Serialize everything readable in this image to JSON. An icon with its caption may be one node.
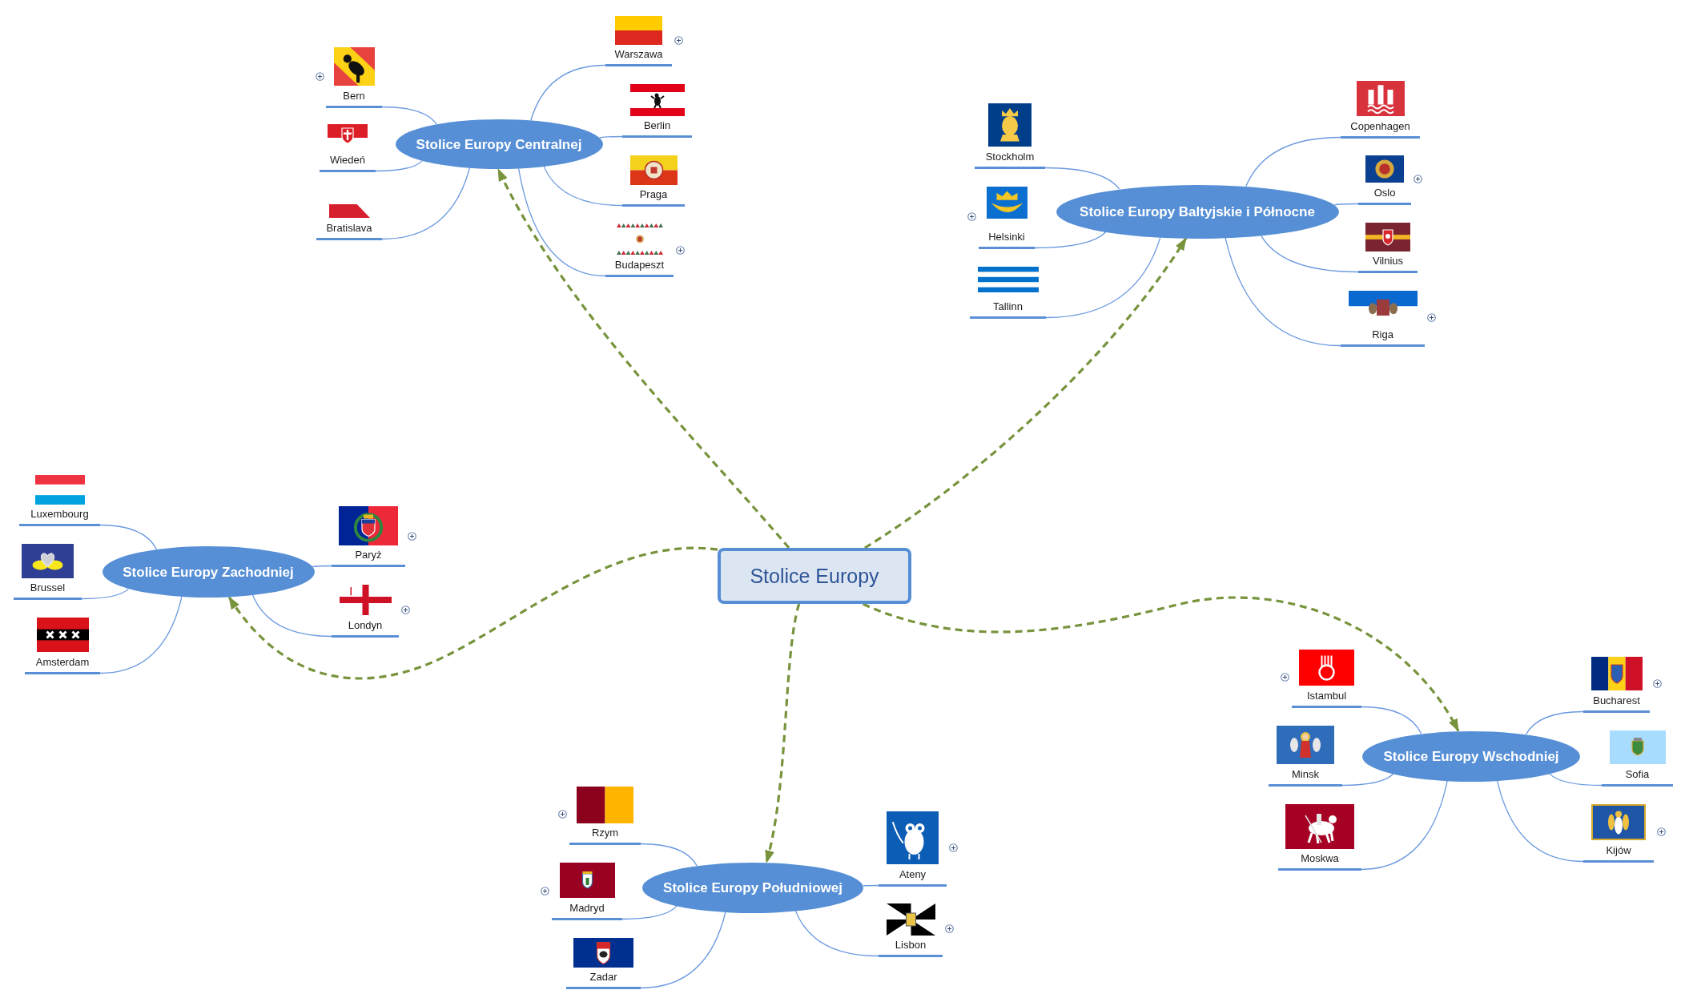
{
  "diagram": {
    "nodes": [
      {
        "text": [
          "Stolice Europy"
        ]
      },
      {
        "text": [
          "Stolice Europy Centralnej"
        ]
      },
      {
        "text": [
          "Bern"
        ]
      },
      {
        "text": [
          "Wiedeń"
        ]
      },
      {
        "text": [
          "Bratislava"
        ]
      },
      {
        "text": [
          "Warszawa"
        ]
      },
      {
        "text": [
          "Berlin"
        ]
      },
      {
        "text": [
          "Praga"
        ]
      },
      {
        "text": [
          "Budapeszt"
        ]
      },
      {
        "text": [
          "Stolice Europy Baltyjskie i Północne"
        ]
      },
      {
        "text": [
          "Stockholm"
        ]
      },
      {
        "text": [
          "Helsinki"
        ]
      },
      {
        "text": [
          "Tallinn"
        ]
      },
      {
        "text": [
          "Copenhagen"
        ]
      },
      {
        "text": [
          "Oslo"
        ]
      },
      {
        "text": [
          "Vilnius"
        ]
      },
      {
        "text": [
          "Riga"
        ]
      },
      {
        "text": [
          "Stolice Europy Zachodniej"
        ]
      },
      {
        "text": [
          "Luxembourg"
        ]
      },
      {
        "text": [
          "Brussel"
        ]
      },
      {
        "text": [
          "Amsterdam"
        ]
      },
      {
        "text": [
          "Paryż"
        ]
      },
      {
        "text": [
          "Londyn"
        ]
      },
      {
        "text": [
          "Stolice Europy Południowej"
        ]
      },
      {
        "text": [
          "Rzym"
        ]
      },
      {
        "text": [
          "Madryd"
        ]
      },
      {
        "text": [
          "Zadar"
        ]
      },
      {
        "text": [
          "Ateny"
        ]
      },
      {
        "text": [
          "Lisbon"
        ]
      },
      {
        "text": [
          "Stolice Europy Wschodniej"
        ]
      },
      {
        "text": [
          "Istambul"
        ]
      },
      {
        "text": [
          "Minsk"
        ]
      },
      {
        "text": [
          "Moskwa"
        ]
      },
      {
        "text": [
          "Bucharest"
        ]
      },
      {
        "text": [
          "Sofia"
        ]
      },
      {
        "text": [
          "Kijów"
        ]
      }
    ],
    "edges": [
      {
        "from": 0,
        "to": 1,
        "arrow": "to",
        "style": "dashed",
        "color": "#77933c"
      },
      {
        "from": 0,
        "to": 9,
        "arrow": "to",
        "style": "dashed",
        "color": "#77933c"
      },
      {
        "from": 0,
        "to": 17,
        "arrow": "to",
        "style": "dashed",
        "color": "#77933c"
      },
      {
        "from": 0,
        "to": 23,
        "arrow": "to",
        "style": "dashed",
        "color": "#77933c"
      },
      {
        "from": 0,
        "to": 29,
        "arrow": "to",
        "style": "dashed",
        "color": "#77933c"
      },
      {
        "from": 1,
        "to": 2,
        "arrow": "none"
      },
      {
        "from": 1,
        "to": 3,
        "arrow": "none"
      },
      {
        "from": 1,
        "to": 4,
        "arrow": "none"
      },
      {
        "from": 1,
        "to": 5,
        "arrow": "none"
      },
      {
        "from": 1,
        "to": 6,
        "arrow": "none"
      },
      {
        "from": 1,
        "to": 7,
        "arrow": "none"
      },
      {
        "from": 1,
        "to": 8,
        "arrow": "none"
      },
      {
        "from": 9,
        "to": 10,
        "arrow": "none"
      },
      {
        "from": 9,
        "to": 11,
        "arrow": "none"
      },
      {
        "from": 9,
        "to": 12,
        "arrow": "none"
      },
      {
        "from": 9,
        "to": 13,
        "arrow": "none"
      },
      {
        "from": 9,
        "to": 14,
        "arrow": "none"
      },
      {
        "from": 9,
        "to": 15,
        "arrow": "none"
      },
      {
        "from": 9,
        "to": 16,
        "arrow": "none"
      },
      {
        "from": 17,
        "to": 18,
        "arrow": "none"
      },
      {
        "from": 17,
        "to": 19,
        "arrow": "none"
      },
      {
        "from": 17,
        "to": 20,
        "arrow": "none"
      },
      {
        "from": 17,
        "to": 21,
        "arrow": "none"
      },
      {
        "from": 17,
        "to": 22,
        "arrow": "none"
      },
      {
        "from": 23,
        "to": 24,
        "arrow": "none"
      },
      {
        "from": 23,
        "to": 25,
        "arrow": "none"
      },
      {
        "from": 23,
        "to": 26,
        "arrow": "none"
      },
      {
        "from": 23,
        "to": 27,
        "arrow": "none"
      },
      {
        "from": 23,
        "to": 28,
        "arrow": "none"
      },
      {
        "from": 29,
        "to": 30,
        "arrow": "none"
      },
      {
        "from": 29,
        "to": 31,
        "arrow": "none"
      },
      {
        "from": 29,
        "to": 32,
        "arrow": "none"
      },
      {
        "from": 29,
        "to": 33,
        "arrow": "none"
      },
      {
        "from": 29,
        "to": 34,
        "arrow": "none"
      },
      {
        "from": 29,
        "to": 35,
        "arrow": "none"
      }
    ]
  }
}
